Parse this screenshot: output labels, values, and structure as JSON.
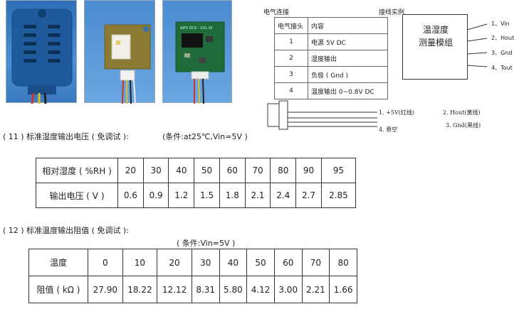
{
  "wiring": {
    "title": "电气连接",
    "headers": [
      "电气接头",
      "内容"
    ],
    "rows": [
      {
        "no": "1",
        "content": "电源 5V DC"
      },
      {
        "no": "2",
        "content": "湿度输出"
      },
      {
        "no": "3",
        "content": "负极 ( Gnd )"
      },
      {
        "no": "4",
        "content": "温度输出 0~0.8V DC"
      }
    ]
  },
  "example": {
    "title": "接线实例",
    "module_line1": "温湿度",
    "module_line2": "测量模组",
    "pins": [
      "1、Vin",
      "2、Hout",
      "3、Gnd",
      "4、Tout"
    ]
  },
  "connector": {
    "labels": [
      "1. +5V(红线)",
      "2. Hout(黄线)",
      "3. Gnd(黑线)",
      "4. 悬空"
    ]
  },
  "board_label": "AIPS DCS - VOL OI",
  "humidity_section": {
    "title": "( 11 ) 标准湿度输出电压 ( 免调试 ):",
    "condition": "(条件:at25℃,Vin=5V )",
    "row1_label": "相对湿度 ( %RH )",
    "row1": [
      "20",
      "30",
      "40",
      "50",
      "60",
      "70",
      "80",
      "90",
      "95"
    ],
    "row2_label": "输出电压 ( V )",
    "row2": [
      "0.6",
      "0.9",
      "1.2",
      "1.5",
      "1.8",
      "2.1",
      "2.4",
      "2.7",
      "2.85"
    ]
  },
  "temp_section": {
    "title": "( 12 ) 标准温度输出阻值 ( 免调试 ):",
    "condition": "( 条件:Vin=5V )",
    "row1_label": "温度",
    "row1": [
      "0",
      "10",
      "20",
      "30",
      "40",
      "50",
      "60",
      "70",
      "80"
    ],
    "row2_label": "阻值 ( kΩ )",
    "row2": [
      "27.90",
      "18.22",
      "12.12",
      "8.31",
      "5.80",
      "4.12",
      "3.00",
      "2.21",
      "1.66"
    ]
  }
}
